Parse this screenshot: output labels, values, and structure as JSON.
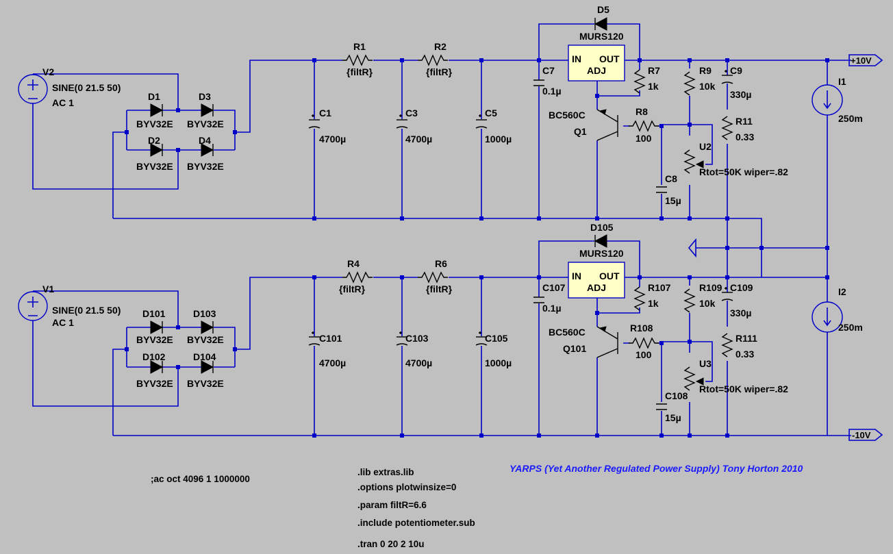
{
  "title_text": "YARPS (Yet Another Regulated Power Supply)  Tony Horton 2010",
  "net_labels": {
    "pos": "+10V",
    "neg": "-10V"
  },
  "directives": {
    "ac": ";ac oct 4096 1 1000000",
    "lib": ".lib extras.lib",
    "options": ".options plotwinsize=0",
    "param": ".param filtR=6.6",
    "include": ".include potentiometer.sub",
    "tran": ".tran 0 20 2 10u"
  },
  "top": {
    "src_name": "V2",
    "src_value": "SINE(0 21.5 50)",
    "src_ac": "AC 1",
    "bridge": [
      {
        "name": "D1",
        "model": "BYV32E"
      },
      {
        "name": "D3",
        "model": "BYV32E"
      },
      {
        "name": "D2",
        "model": "BYV32E"
      },
      {
        "name": "D4",
        "model": "BYV32E"
      }
    ],
    "R1": {
      "name": "R1",
      "value": "{filtR}"
    },
    "R2": {
      "name": "R2",
      "value": "{filtR}"
    },
    "C1": {
      "name": "C1",
      "value": "4700µ"
    },
    "C3": {
      "name": "C3",
      "value": "4700µ"
    },
    "C5": {
      "name": "C5",
      "value": "1000µ"
    },
    "C7": {
      "name": "C7",
      "value": "0.1µ"
    },
    "D5": {
      "name": "D5",
      "model": "MURS120"
    },
    "reg": {
      "in": "IN",
      "out": "OUT",
      "adj": "ADJ"
    },
    "R7": {
      "name": "R7",
      "value": "1k"
    },
    "R9": {
      "name": "R9",
      "value": "10k"
    },
    "C9": {
      "name": "C9",
      "value": "330µ"
    },
    "R11": {
      "name": "R11",
      "value": "0.33"
    },
    "Q": {
      "name": "Q1",
      "model": "BC560C"
    },
    "R8": {
      "name": "R8",
      "value": "100"
    },
    "C8": {
      "name": "C8",
      "value": "15µ"
    },
    "U": {
      "name": "U2",
      "value": "Rtot=50K wiper=.82"
    },
    "I": {
      "name": "I1",
      "value": "250m"
    }
  },
  "bottom": {
    "src_name": "V1",
    "src_value": "SINE(0 21.5 50)",
    "src_ac": "AC 1",
    "bridge": [
      {
        "name": "D101",
        "model": "BYV32E"
      },
      {
        "name": "D103",
        "model": "BYV32E"
      },
      {
        "name": "D102",
        "model": "BYV32E"
      },
      {
        "name": "D104",
        "model": "BYV32E"
      }
    ],
    "R1": {
      "name": "R4",
      "value": "{filtR}"
    },
    "R2": {
      "name": "R6",
      "value": "{filtR}"
    },
    "C1": {
      "name": "C101",
      "value": "4700µ"
    },
    "C3": {
      "name": "C103",
      "value": "4700µ"
    },
    "C5": {
      "name": "C105",
      "value": "1000µ"
    },
    "C7": {
      "name": "C107",
      "value": "0.1µ"
    },
    "D5": {
      "name": "D105",
      "model": "MURS120"
    },
    "reg": {
      "in": "IN",
      "out": "OUT",
      "adj": "ADJ"
    },
    "R7": {
      "name": "R107",
      "value": "1k"
    },
    "R9": {
      "name": "R109",
      "value": "10k"
    },
    "C9": {
      "name": "C109",
      "value": "330µ"
    },
    "R11": {
      "name": "R111",
      "value": "0.33"
    },
    "Q": {
      "name": "Q101",
      "model": "BC560C"
    },
    "R8": {
      "name": "R108",
      "value": "100"
    },
    "C8": {
      "name": "C108",
      "value": "15µ"
    },
    "U": {
      "name": "U3",
      "value": "Rtot=50K wiper=.82"
    },
    "I": {
      "name": "I2",
      "value": "250m"
    }
  }
}
